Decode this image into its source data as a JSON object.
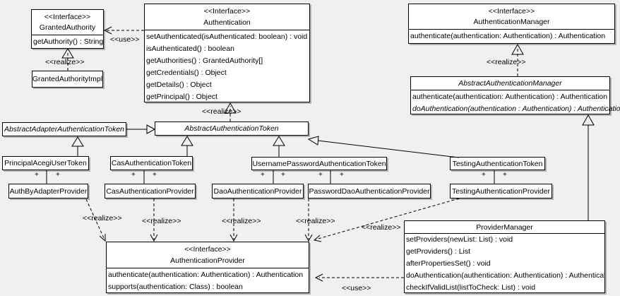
{
  "diagram": {
    "background_color": "#f0f0f0",
    "box_fill_color": "#ffffff",
    "line_color": "#000000",
    "shadow_color": "#b2b2b2"
  },
  "labels": {
    "realize": "<<realize>>",
    "use": "<<use>>",
    "plus": "+"
  },
  "classes": {
    "granted_authority": {
      "stereotype": "<<Interface>>",
      "name": "GrantedAuthority",
      "methods": [
        "getAuthority() : String"
      ]
    },
    "granted_authority_impl": {
      "name": "GrantedAuthorityImpl"
    },
    "authentication": {
      "stereotype": "<<Interface>>",
      "name": "Authentication",
      "methods": [
        "setAuthenticated(isAuthenticated: boolean) : void",
        "isAuthenticated() : boolean",
        "getAuthorities() : GrantedAuthority[]",
        "getCredentials() : Object",
        "getDetails() : Object",
        "getPrincipal() : Object"
      ]
    },
    "authentication_manager": {
      "stereotype": "<<Interface>>",
      "name": "AuthenticationManager",
      "methods": [
        "authenticate(authentication: Authentication) : Authentication"
      ]
    },
    "abstract_authentication_manager": {
      "name": "AbstractAuthenticationManager",
      "methods": [
        "authenticate(authentication: Authentication) : Authentication",
        "doAuthentication(authentication : Authentication) : Authentication"
      ]
    },
    "abstract_adapter_authentication_token": {
      "name": "AbstractAdapterAuthenticationToken"
    },
    "abstract_authentication_token": {
      "name": "AbstractAuthenticationToken"
    },
    "principal_acegi_user_token": {
      "name": "PrincipalAcegiUserToken"
    },
    "cas_authentication_token": {
      "name": "CasAuthenticationToken"
    },
    "username_password_authentication_token": {
      "name": "UsernamePasswordAuthenticationToken"
    },
    "testing_authentication_token": {
      "name": "TestingAuthenticationToken"
    },
    "auth_by_adapter_provider": {
      "name": "AuthByAdapterProvider"
    },
    "cas_authentication_provider": {
      "name": "CasAuthenticationProvider"
    },
    "dao_authentication_provider": {
      "name": "DaoAuthenticationProvider"
    },
    "password_dao_authentication_provider": {
      "name": "PasswordDaoAuthenticationProvider"
    },
    "testing_authentication_provider": {
      "name": "TestingAuthenticationProvider"
    },
    "authentication_provider": {
      "stereotype": "<<Interface>>",
      "name": "AuthenticationProvider",
      "methods": [
        "authenticate(authentication: Authentication) : Authentication",
        "supports(authentication: Class) : boolean"
      ]
    },
    "provider_manager": {
      "name": "ProviderManager",
      "methods": [
        "setProviders(newList: List) : void",
        "getProviders() : List",
        "afterPropertiesSet() : void",
        "doAuthentication(authentication: Authentication) : Authentication",
        "checkIfValidList(listToCheck: List) : void"
      ]
    }
  }
}
